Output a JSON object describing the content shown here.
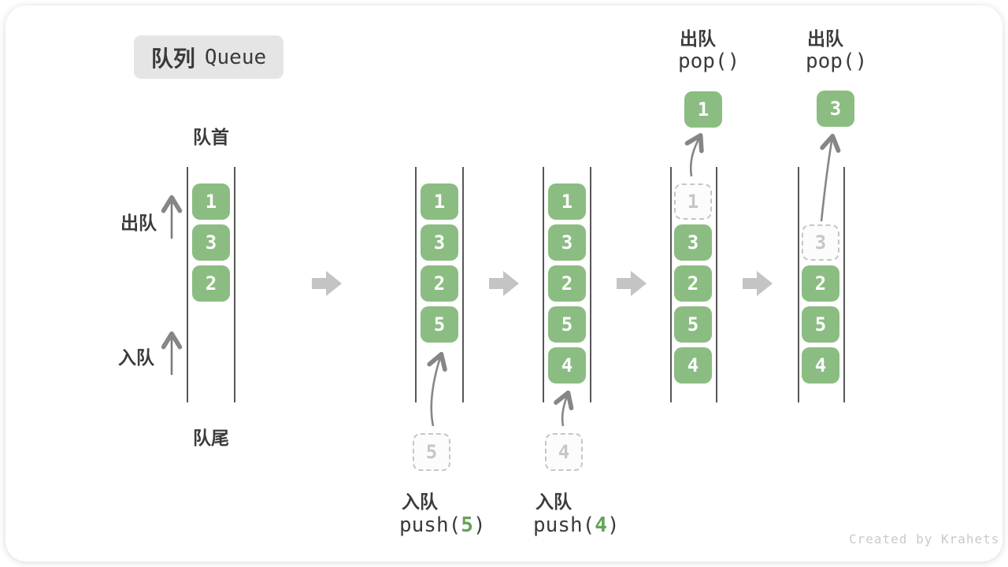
{
  "title": {
    "zh": "队列",
    "en": "Queue"
  },
  "side_labels": {
    "front": "队首",
    "rear": "队尾",
    "dequeue": "出队",
    "enqueue": "入队"
  },
  "stages": [
    {
      "name": "initial",
      "boxes": [
        {
          "v": "1"
        },
        {
          "v": "3"
        },
        {
          "v": "2"
        }
      ]
    },
    {
      "name": "after-enqueue-5",
      "boxes": [
        {
          "v": "1"
        },
        {
          "v": "3"
        },
        {
          "v": "2"
        },
        {
          "v": "5"
        }
      ],
      "incoming": "5",
      "op_label": "入队",
      "op_fn": "push(",
      "op_arg": "5",
      "op_close": ")"
    },
    {
      "name": "after-enqueue-4",
      "boxes": [
        {
          "v": "1"
        },
        {
          "v": "3"
        },
        {
          "v": "2"
        },
        {
          "v": "5"
        },
        {
          "v": "4"
        }
      ],
      "incoming": "4",
      "op_label": "入队",
      "op_fn": "push(",
      "op_arg": "4",
      "op_close": ")"
    },
    {
      "name": "dequeue-1",
      "ghost": "1",
      "boxes": [
        {
          "v": "3"
        },
        {
          "v": "2"
        },
        {
          "v": "5"
        },
        {
          "v": "4"
        }
      ],
      "popped": "1",
      "op_label": "出队",
      "op_fn": "pop()"
    },
    {
      "name": "dequeue-3",
      "ghost": "3",
      "boxes": [
        {
          "v": "2"
        },
        {
          "v": "5"
        },
        {
          "v": "4"
        }
      ],
      "popped": "3",
      "op_label": "出队",
      "op_fn": "pop()"
    }
  ],
  "watermark": "Created by Krahets",
  "colors": {
    "box_green": "#8bbd82",
    "arg_green": "#63a356",
    "text_dark": "#3b3b3b",
    "thin_arrow_gray": "#868686",
    "block_arrow_gray": "#c4c4c4",
    "dashed_gray": "#c6c6c6",
    "wall_gray": "#575757",
    "badge_bg": "#e5e5e5",
    "watermark_gray": "#c9c9c9"
  }
}
